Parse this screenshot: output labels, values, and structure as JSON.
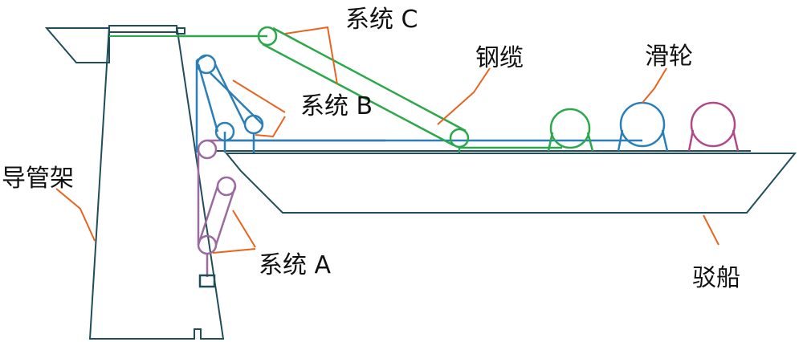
{
  "labels": {
    "system_c": "系统 C",
    "cable": "钢缆",
    "pulley": "滑轮",
    "system_b": "系统 B",
    "guide_frame": "导管架",
    "system_a": "系统 A",
    "barge": "驳船"
  },
  "colors": {
    "structure": "#1f4e5a",
    "leader": "#e8641e",
    "system_a": "#9a6aa0",
    "system_b": "#2a7fb8",
    "system_c": "#2aa84a",
    "pulley_pink": "#b0488a"
  }
}
